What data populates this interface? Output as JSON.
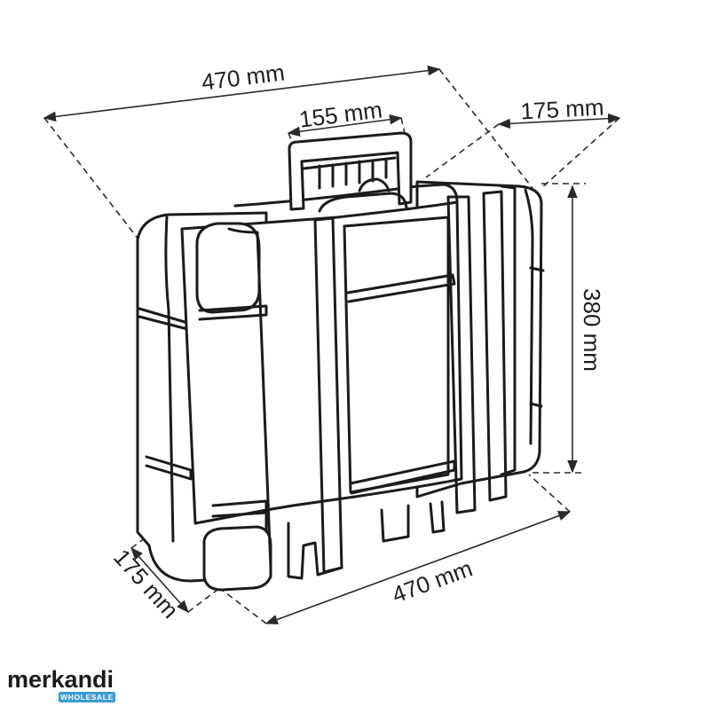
{
  "dimensions": {
    "top_width": "470 mm",
    "handle_width": "155 mm",
    "top_depth": "175 mm",
    "height": "380 mm",
    "bottom_width": "470 mm",
    "bottom_depth": "175 mm"
  },
  "logo": {
    "brand": "merkandi",
    "tagline": "WHOLESALE",
    "accent_color": "#3a9bd5"
  },
  "colors": {
    "line": "#1b1b1b",
    "background": "#ffffff"
  }
}
